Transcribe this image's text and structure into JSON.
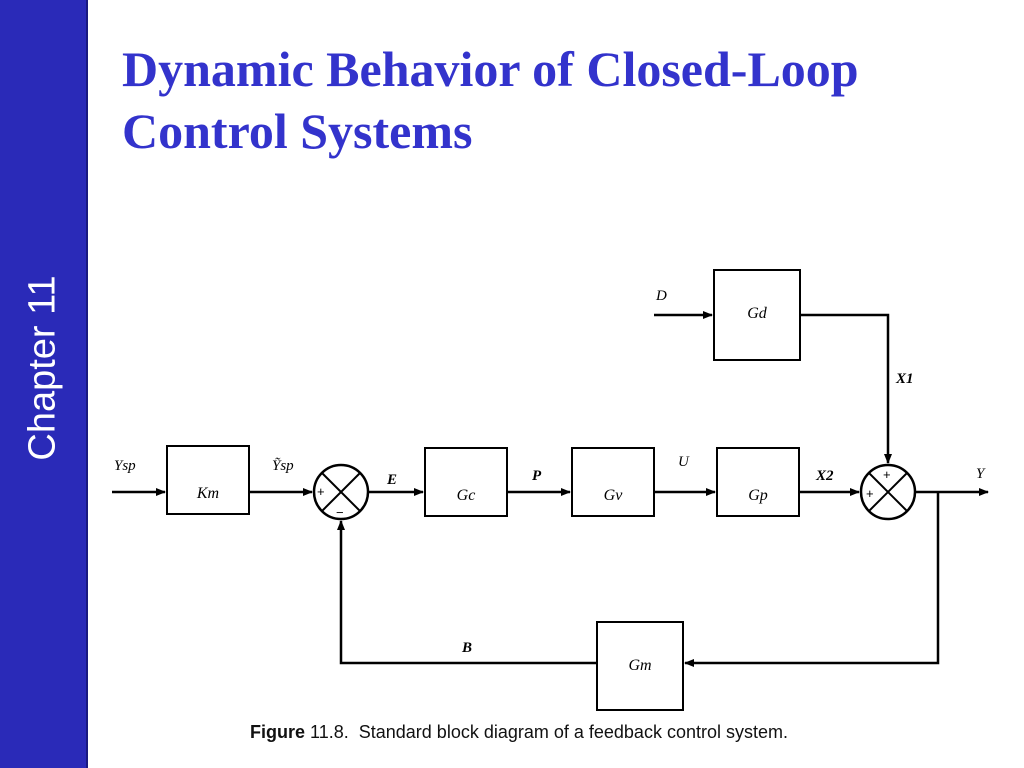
{
  "sidebar": {
    "chapter_label": "Chapter 11"
  },
  "slide": {
    "title": "Dynamic Behavior of Closed-Loop Control Systems"
  },
  "colors": {
    "sidebar_bg": "#2a2ab8",
    "title_color": "#3333cc"
  },
  "diagram": {
    "blocks": {
      "km": "Km",
      "gc": "Gc",
      "gv": "Gv",
      "gp": "Gp",
      "gd": "Gd",
      "gm": "Gm"
    },
    "signals": {
      "ysp": "Ysp",
      "ysp_tilde": "Ỹsp",
      "e": "E",
      "p": "P",
      "u": "U",
      "x2": "X2",
      "x1": "X1",
      "y": "Y",
      "d": "D",
      "b": "B"
    },
    "signs": {
      "comp_plus": "+",
      "comp_minus": "−",
      "sum_plus_top": "+",
      "sum_plus_left": "+"
    }
  },
  "caption": {
    "figure_label": "Figure",
    "number": "11.8.",
    "text": "Standard block diagram of a feedback control system."
  }
}
